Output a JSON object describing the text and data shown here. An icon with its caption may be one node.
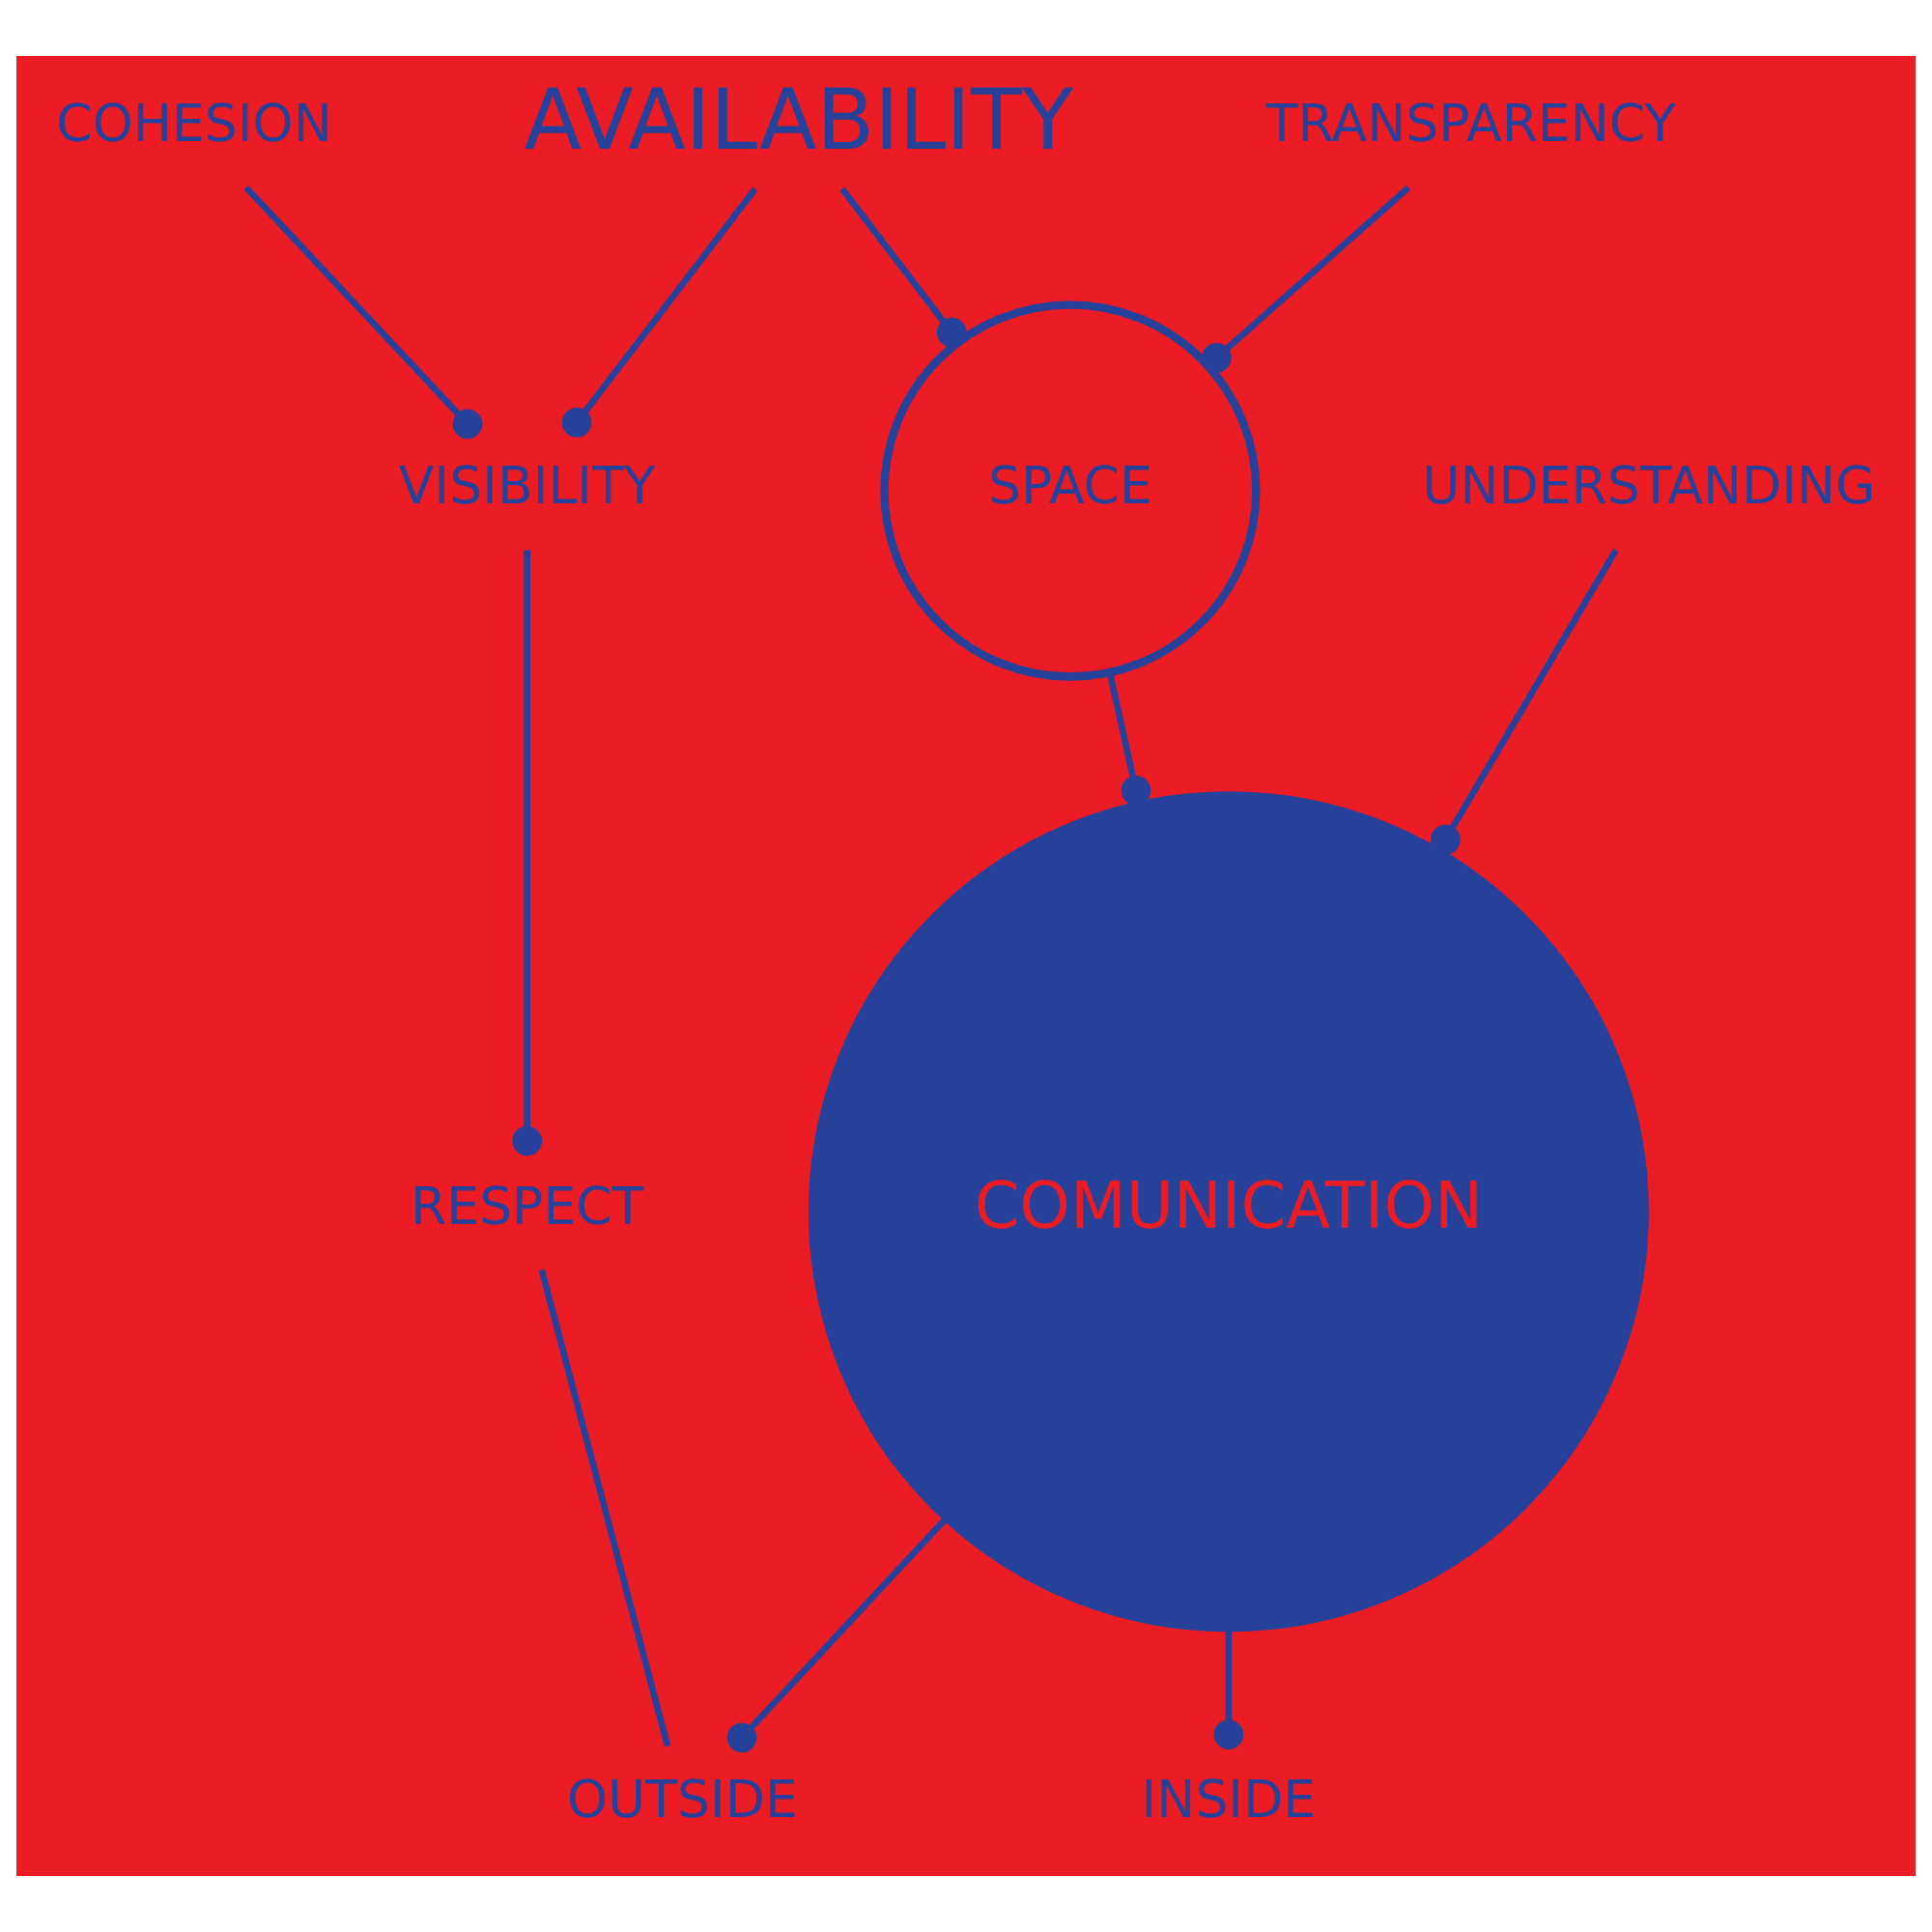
{
  "diagram": {
    "nodes": [
      {
        "text": [
          "AVAILABILITY"
        ]
      },
      {
        "text": [
          "TRANSPARENCY"
        ]
      },
      {
        "text": [
          "UNDERSTANDING"
        ]
      },
      {
        "text": [
          "COHESION"
        ]
      },
      {
        "text": [
          "VISIBILITY"
        ]
      },
      {
        "text": [
          "SPACE"
        ]
      },
      {
        "text": [
          "COMUNICATION"
        ]
      },
      {
        "text": [
          "RESPECT"
        ]
      },
      {
        "text": [
          "INSIDE"
        ]
      },
      {
        "text": [
          "OUTSIDE"
        ]
      }
    ],
    "edges": [
      {
        "from": 1,
        "to": 5,
        "arrow": "other"
      },
      {
        "from": 0,
        "to": 5,
        "arrow": "other"
      },
      {
        "from": 2,
        "to": 6,
        "arrow": "other"
      },
      {
        "from": 5,
        "to": 6,
        "arrow": "other"
      },
      {
        "from": 0,
        "to": 4,
        "arrow": "other"
      },
      {
        "from": 3,
        "to": 4,
        "arrow": "other"
      },
      {
        "from": 4,
        "to": 7,
        "arrow": "other"
      },
      {
        "from": 6,
        "to": 8,
        "arrow": "other"
      },
      {
        "from": 6,
        "to": 9,
        "arrow": "other"
      },
      {
        "from": 7,
        "to": 9,
        "arrow": "none"
      }
    ]
  }
}
